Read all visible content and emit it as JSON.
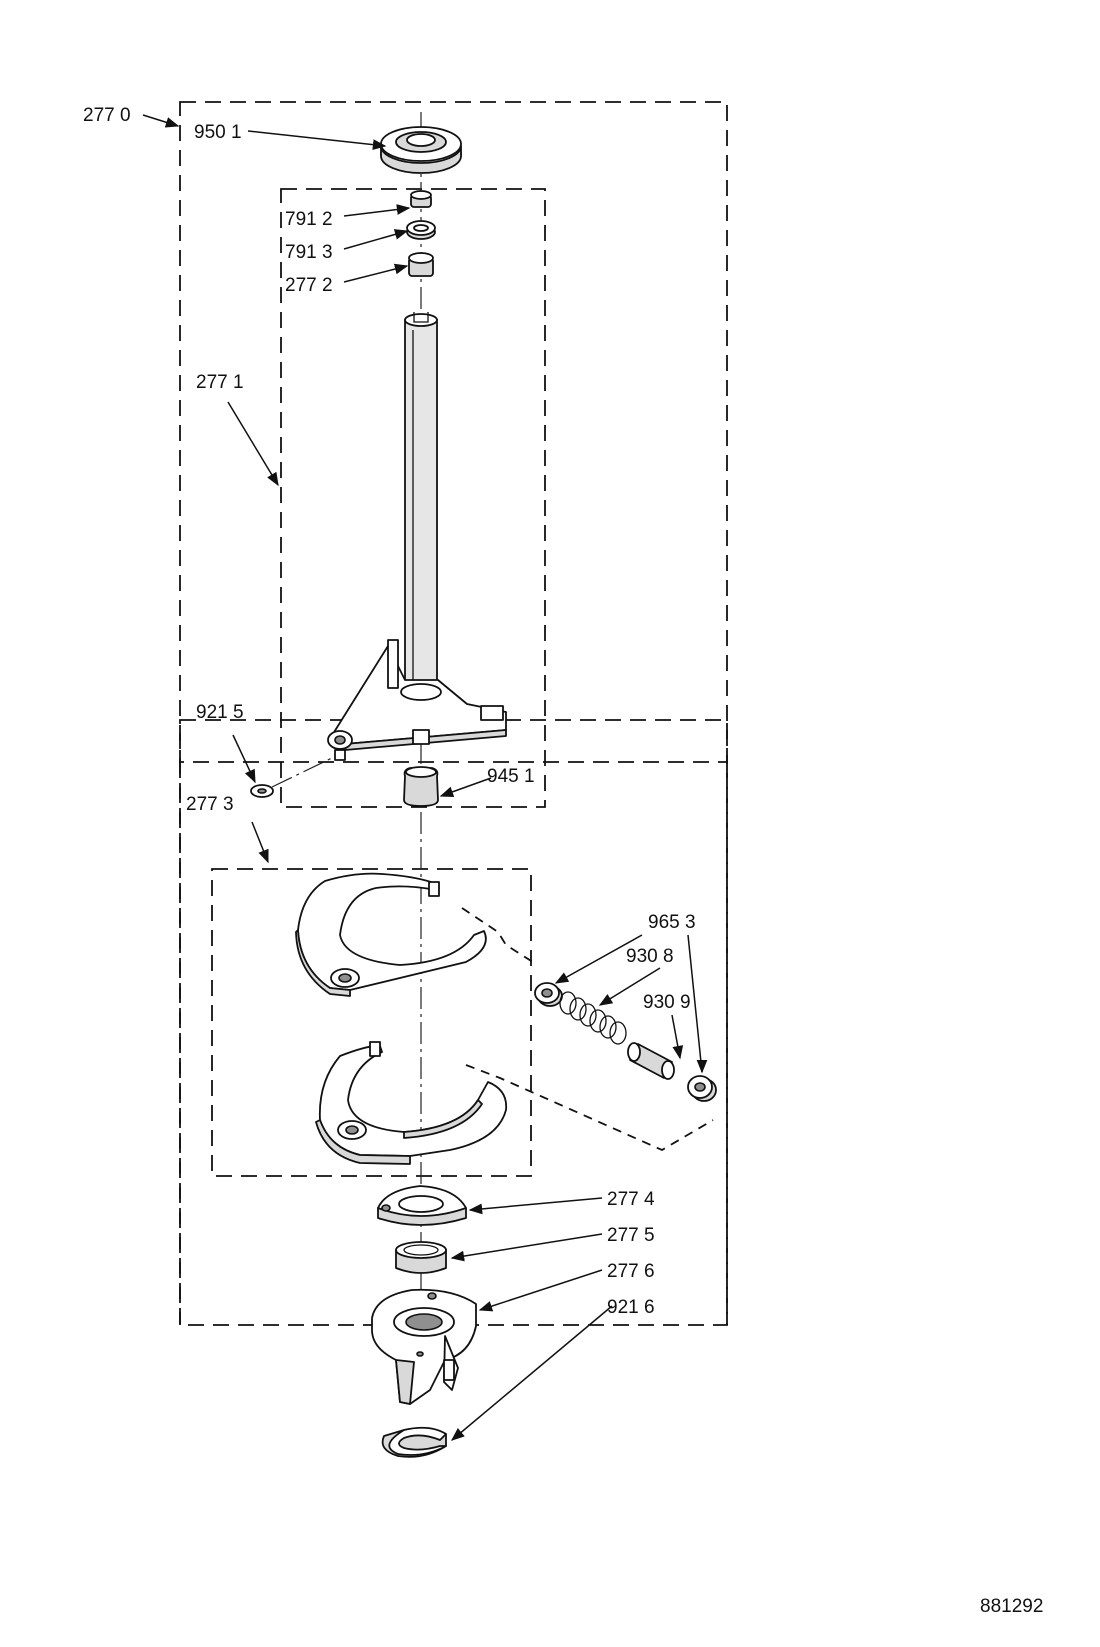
{
  "drawing_number": "881292",
  "callouts": {
    "c2770": "277 0",
    "c9501": "950 1",
    "c7912": "791 2",
    "c7913": "791 3",
    "c2772": "277 2",
    "c2771": "277 1",
    "c9215": "921 5",
    "c2773": "277 3",
    "c9451": "945 1",
    "c9653": "965 3",
    "c9308": "930 8",
    "c9309": "930 9",
    "c2774": "277 4",
    "c2775": "277 5",
    "c2776": "277 6",
    "c9216": "921 6"
  }
}
